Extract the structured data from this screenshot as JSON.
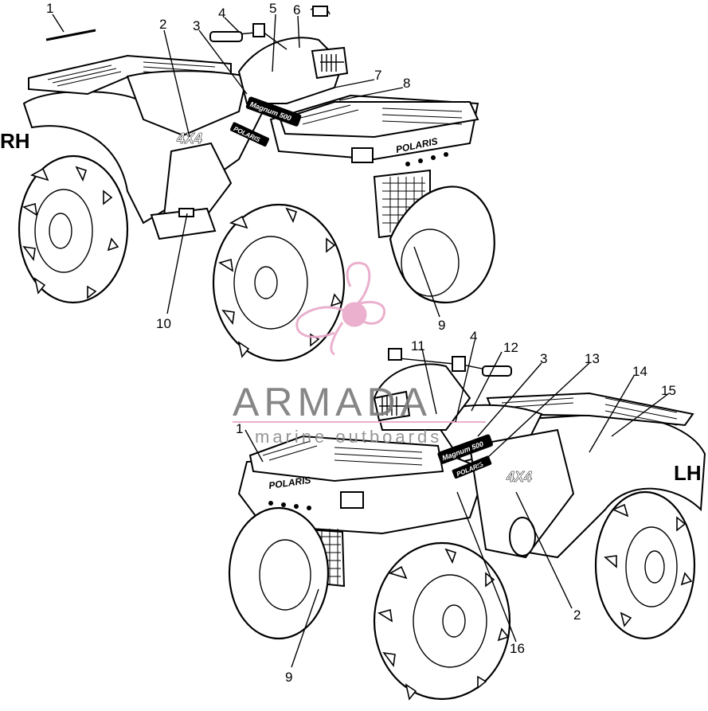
{
  "labels": {
    "rh": "RH",
    "lh": "LH"
  },
  "callouts_rh": [
    "1",
    "2",
    "3",
    "4",
    "5",
    "6",
    "7",
    "8",
    "9",
    "10"
  ],
  "callouts_lh": [
    "11",
    "4",
    "12",
    "3",
    "13",
    "14",
    "15",
    "1",
    "2",
    "9",
    "16"
  ],
  "decals": {
    "four_by_four": "4X4",
    "brand": "POLARIS",
    "model": "Magnum 500"
  },
  "watermark": {
    "title": "ARMADA",
    "subtitle": "marine outboards",
    "color": "#e8a8c8"
  }
}
